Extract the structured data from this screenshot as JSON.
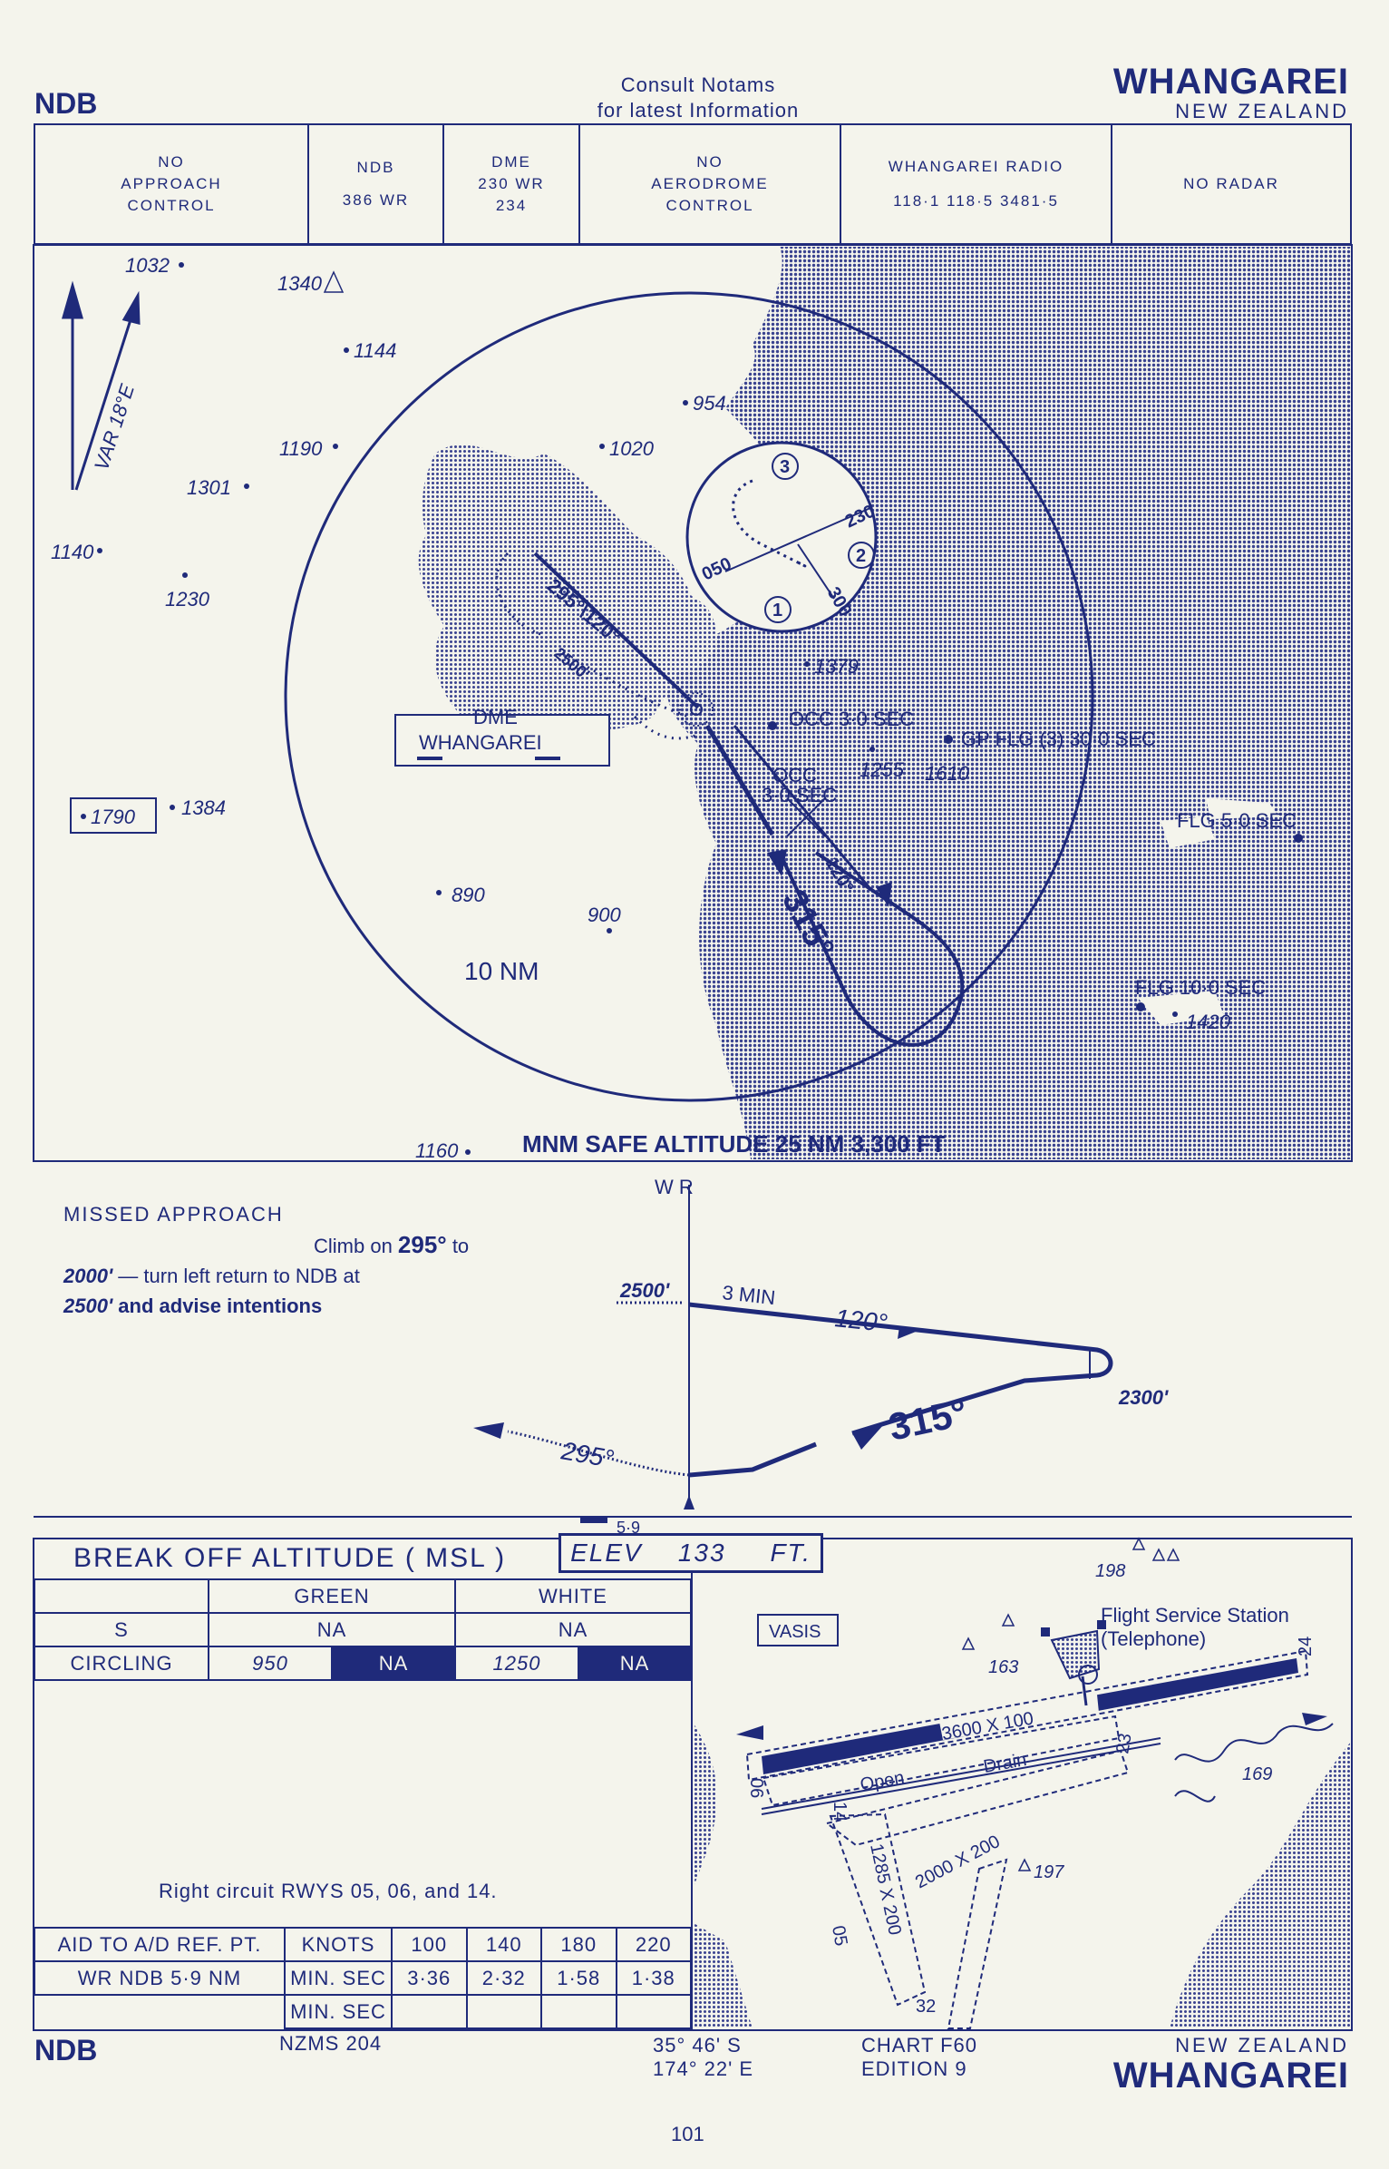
{
  "header": {
    "left": "NDB",
    "center_line1": "Consult  Notams",
    "center_line2": "for latest Information",
    "title": "WHANGAREI",
    "subtitle": "NEW ZEALAND"
  },
  "info_cells": [
    {
      "l1": "NO",
      "l2": "APPROACH",
      "l3": "CONTROL"
    },
    {
      "l1": "NDB",
      "l2": "",
      "l3": "386  WR"
    },
    {
      "l1": "DME",
      "l2": "230  WR",
      "l3": "234"
    },
    {
      "l1": "NO",
      "l2": "AERODROME",
      "l3": "CONTROL"
    },
    {
      "l1": "WHANGAREI RADIO",
      "l2": "",
      "l3": "118·1   118·5   3481·5"
    },
    {
      "l1": "",
      "l2": "NO RADAR",
      "l3": ""
    }
  ],
  "plan": {
    "var_label": "VAR 18°E",
    "spots": [
      {
        "label": "1032"
      },
      {
        "label": "1340"
      },
      {
        "label": "1144"
      },
      {
        "label": "954"
      },
      {
        "label": "1190"
      },
      {
        "label": "1020"
      },
      {
        "label": "1301"
      },
      {
        "label": "1140"
      },
      {
        "label": "1230"
      },
      {
        "label": "1379"
      },
      {
        "label": "1384"
      },
      {
        "label": "1790"
      },
      {
        "label": "890"
      },
      {
        "label": "900"
      },
      {
        "label": "1255"
      },
      {
        "label": "1610"
      },
      {
        "label": "1160"
      },
      {
        "label": "1420"
      }
    ],
    "holding_numbers": [
      "1",
      "2",
      "3"
    ],
    "hold_course_a": "230",
    "hold_course_b": "050",
    "hold_course_c": "300",
    "course_295_120": "295°\\120°",
    "alt_2500": "2500'",
    "dme_label": "DME",
    "dme_name": "WHANGAREI",
    "occ1": "OCC 3·0 SEC",
    "occ2_a": "OCC",
    "occ2_b": "3·0 SEC",
    "gp": "GP FLG (3) 30·0 SEC",
    "flg5": "FLG 5·0 SEC",
    "flg10": "FLG 10·0 SEC",
    "course_120": "120°",
    "course_315": "315°",
    "ring": "10 NM",
    "msa": "MNM SAFE ALTITUDE 25 NM 3,300 FT"
  },
  "profile": {
    "wr": "W R",
    "alt_2500": "2500'",
    "min3": "3  MIN",
    "c120": "120°",
    "c315": "315°",
    "c295": "295°",
    "alt_2300": "2300'",
    "dist": "5·9"
  },
  "missed_approach": {
    "title": "MISSED  APPROACH",
    "line1_pre": "Climb on ",
    "line1_bold": "295°",
    "line1_post": " to",
    "line2_bold": "2000'",
    "line2_post": " — turn left return to NDB at",
    "line3_bold": "2500'",
    "line3_post": " and advise intentions"
  },
  "break_off": {
    "title": "BREAK OFF ALTITUDE ( MSL )",
    "elev": "ELEV    133     FT.",
    "green": "GREEN",
    "white": "WHITE",
    "s_label": "S",
    "s_green": "NA",
    "s_white": "NA",
    "circling_label": "CIRCLING",
    "c_green_a": "950",
    "c_green_b": "NA",
    "c_white_a": "1250",
    "c_white_b": "NA"
  },
  "circuit_note": "Right circuit RWYS 05, 06, and 14.",
  "timing": {
    "headers": [
      "AID TO A/D  REF.  PT.",
      "KNOTS",
      "100",
      "140",
      "180",
      "220"
    ],
    "row1": [
      "WR  NDB  5·9  NM",
      "MIN. SEC",
      "3·36",
      "2·32",
      "1·58",
      "1·38"
    ],
    "row2": [
      "",
      "MIN. SEC",
      "",
      "",
      "",
      ""
    ]
  },
  "aerodrome": {
    "vasis": "VASIS",
    "fss1": "Flight Service Station",
    "fss2": "(Telephone)",
    "h198": "198",
    "h163": "163",
    "h169": "169",
    "h197": "197",
    "rwy_main": "3600  X  100",
    "rwy_cross": "2000  X  200",
    "rwy_short": "1285 X 200",
    "open": "Open",
    "drain": "Drain",
    "r06": "06",
    "r24": "24",
    "r23": "23",
    "r05": "05",
    "r32": "32",
    "r14": "14"
  },
  "footer": {
    "left": "NDB",
    "nzms": "NZMS  204",
    "lat": "35°  46' S",
    "lon": "174°  22' E",
    "chart": "CHART  F60",
    "edition": "EDITION  9",
    "subtitle": "NEW  ZEALAND",
    "title": "WHANGAREI",
    "page": "101"
  },
  "colors": {
    "ink": "#1f2a7a",
    "paper": "#f4f4ec",
    "sea": "#8c90c6"
  }
}
